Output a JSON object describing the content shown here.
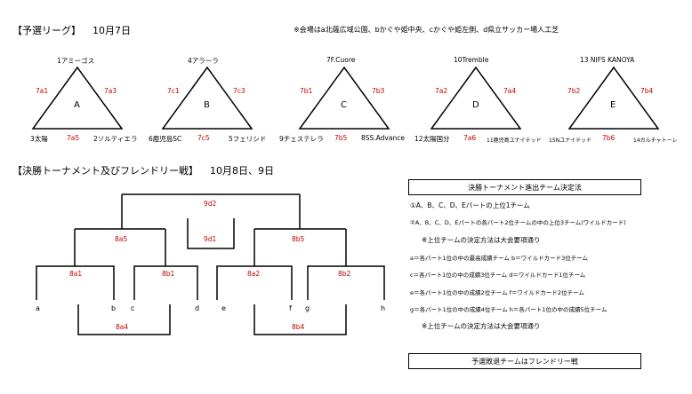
{
  "league": {
    "title": "【予選リーグ】",
    "date": "10月7日",
    "venue_note": "※会場はa北薩広域公園、bかぐや姫中央、cかぐや姫左側、d県立サッカー場人工芝",
    "groups": [
      {
        "name": "A",
        "top": "1アミーゴス",
        "left": "3太陽",
        "right": "2ソルティエラ",
        "m_left": "7a1",
        "m_right": "7a3",
        "m_bottom": "7a5"
      },
      {
        "name": "B",
        "top": "4アラーラ",
        "left": "6鹿児島SC",
        "right": "5フェリシド",
        "m_left": "7c1",
        "m_right": "7c3",
        "m_bottom": "7c5"
      },
      {
        "name": "C",
        "top": "7F.Cuore",
        "left": "9チェステレラ",
        "right": "8SS.Advance",
        "m_left": "7b1",
        "m_right": "7b3",
        "m_bottom": "7b5"
      },
      {
        "name": "D",
        "top": "10Tremble",
        "left": "12太陽国分",
        "right": "11鹿児島ユナイテッド",
        "m_left": "7a2",
        "m_right": "7a4",
        "m_bottom": "7a6"
      },
      {
        "name": "E",
        "top": "13  NIFS KANOYA",
        "left": "15Nユナイテッド",
        "right": "14カルチャトーレ",
        "m_left": "7b2",
        "m_right": "7b4",
        "m_bottom": "7b6"
      }
    ]
  },
  "tournament": {
    "title": "【決勝トーナメント及びフレンドリー戦】",
    "dates": "10月8日、9日",
    "slots": [
      "a",
      "b",
      "c",
      "d",
      "e",
      "f",
      "g",
      "h"
    ],
    "matches": {
      "m8a1": "8a1",
      "m8b1": "8b1",
      "m8a2": "8a2",
      "m8b2": "8b2",
      "m8a5": "8a5",
      "m8b5": "8b5",
      "m9d2": "9d2",
      "m9d1": "9d1",
      "m8a4": "8a4",
      "m8b4": "8b4"
    }
  },
  "rules": {
    "box_title": "決勝トーナメント進出チーム決定法",
    "lines": [
      "①A、B、C、D、Eパートの上位1チーム",
      "②A、B、C、D、Eパートの各パート2位チームの中の上位3チーム(ワイルドカード)",
      "※上位チームの決定方法は大会要項通り",
      "a＝各パート1位の中の最高成績チーム   b＝ワイルドカード3位チーム",
      "c＝各パート1位の中の成績3位チーム   d＝ワイルドカード1位チーム",
      "e＝各パート1位の中の成績2位チーム   f＝ワイルドカード2位チーム",
      "g＝各パート1位の中の成績4位チーム   h＝各パート1位の中の成績5位チーム",
      "※上位チームの決定方法は大会要項通り"
    ],
    "friendly": "予選敗退チームはフレンドリー戦"
  }
}
